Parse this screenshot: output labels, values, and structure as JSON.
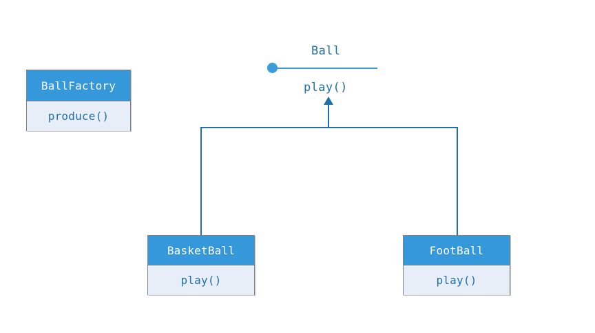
{
  "diagram": {
    "type": "uml-class-diagram",
    "colors": {
      "header_fill": "#3498db",
      "body_fill": "#e8eef7",
      "box_border": "#808089",
      "connector": "#1f6fa8",
      "interface_line": "#3498db",
      "header_text": "#ffffff",
      "body_text": "#1f6fa8",
      "label_text": "#1f6fa8",
      "background": "#ffffff"
    },
    "interface": {
      "name": "Ball",
      "operation": "play()",
      "notation": "lollipop"
    },
    "classes": [
      {
        "name": "BallFactory",
        "members": [
          "produce()"
        ]
      },
      {
        "name": "BasketBall",
        "members": [
          "play()"
        ]
      },
      {
        "name": "FootBall",
        "members": [
          "play()"
        ]
      }
    ],
    "relations": [
      {
        "from": "BasketBall",
        "to": "Ball",
        "kind": "realization-generalization"
      },
      {
        "from": "FootBall",
        "to": "Ball",
        "kind": "realization-generalization"
      }
    ]
  }
}
